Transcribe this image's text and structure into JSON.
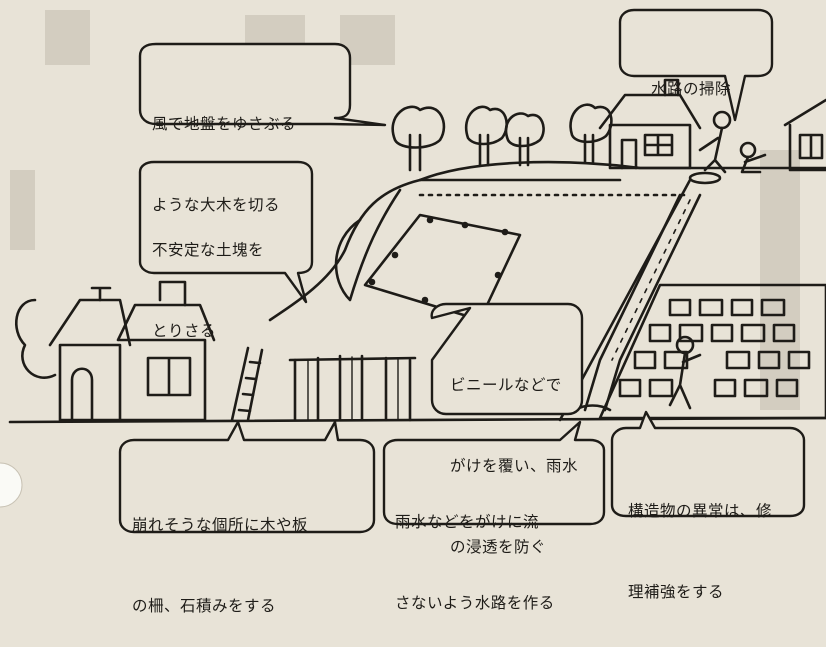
{
  "background_color": "#e8e3d7",
  "ink_color": "#1e1c18",
  "callouts": {
    "cut_trees": {
      "line1": "風で地盤をゆさぶる",
      "line2": "ような大木を切る"
    },
    "remove_soil": {
      "line1": "不安定な土塊を",
      "line2": "とりさる"
    },
    "drainage_cleaning": {
      "line1": "水路の掃除"
    },
    "vinyl_cover": {
      "line1": "ビニールなどで",
      "line2": "がけを覆い、雨水",
      "line3": "の浸透を防ぐ"
    },
    "fence_stone": {
      "line1": "崩れそうな個所に木や板",
      "line2": "の柵、石積みをする"
    },
    "waterway": {
      "line1": "雨水などをがけに流",
      "line2": "さないよう水路を作る"
    },
    "structure_repair": {
      "line1": "構造物の異常は、修",
      "line2": "理補強をする"
    }
  }
}
